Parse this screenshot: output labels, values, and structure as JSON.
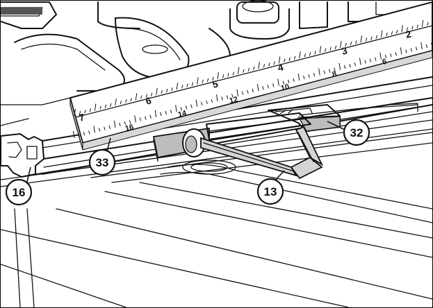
{
  "callouts": [
    {
      "id": "16",
      "label": "16"
    },
    {
      "id": "33",
      "label": "33"
    },
    {
      "id": "13",
      "label": "13"
    },
    {
      "id": "32",
      "label": "32"
    }
  ],
  "ruler": {
    "top_scale": [
      "2",
      "3",
      "4",
      "5",
      "6",
      "7"
    ],
    "bottom_scale": [
      "6",
      "8",
      "10",
      "12",
      "14",
      "16"
    ]
  },
  "colors": {
    "line": "#111111",
    "fill": "#ffffff",
    "shade": "#bdbdbd",
    "dark": "#555555"
  }
}
